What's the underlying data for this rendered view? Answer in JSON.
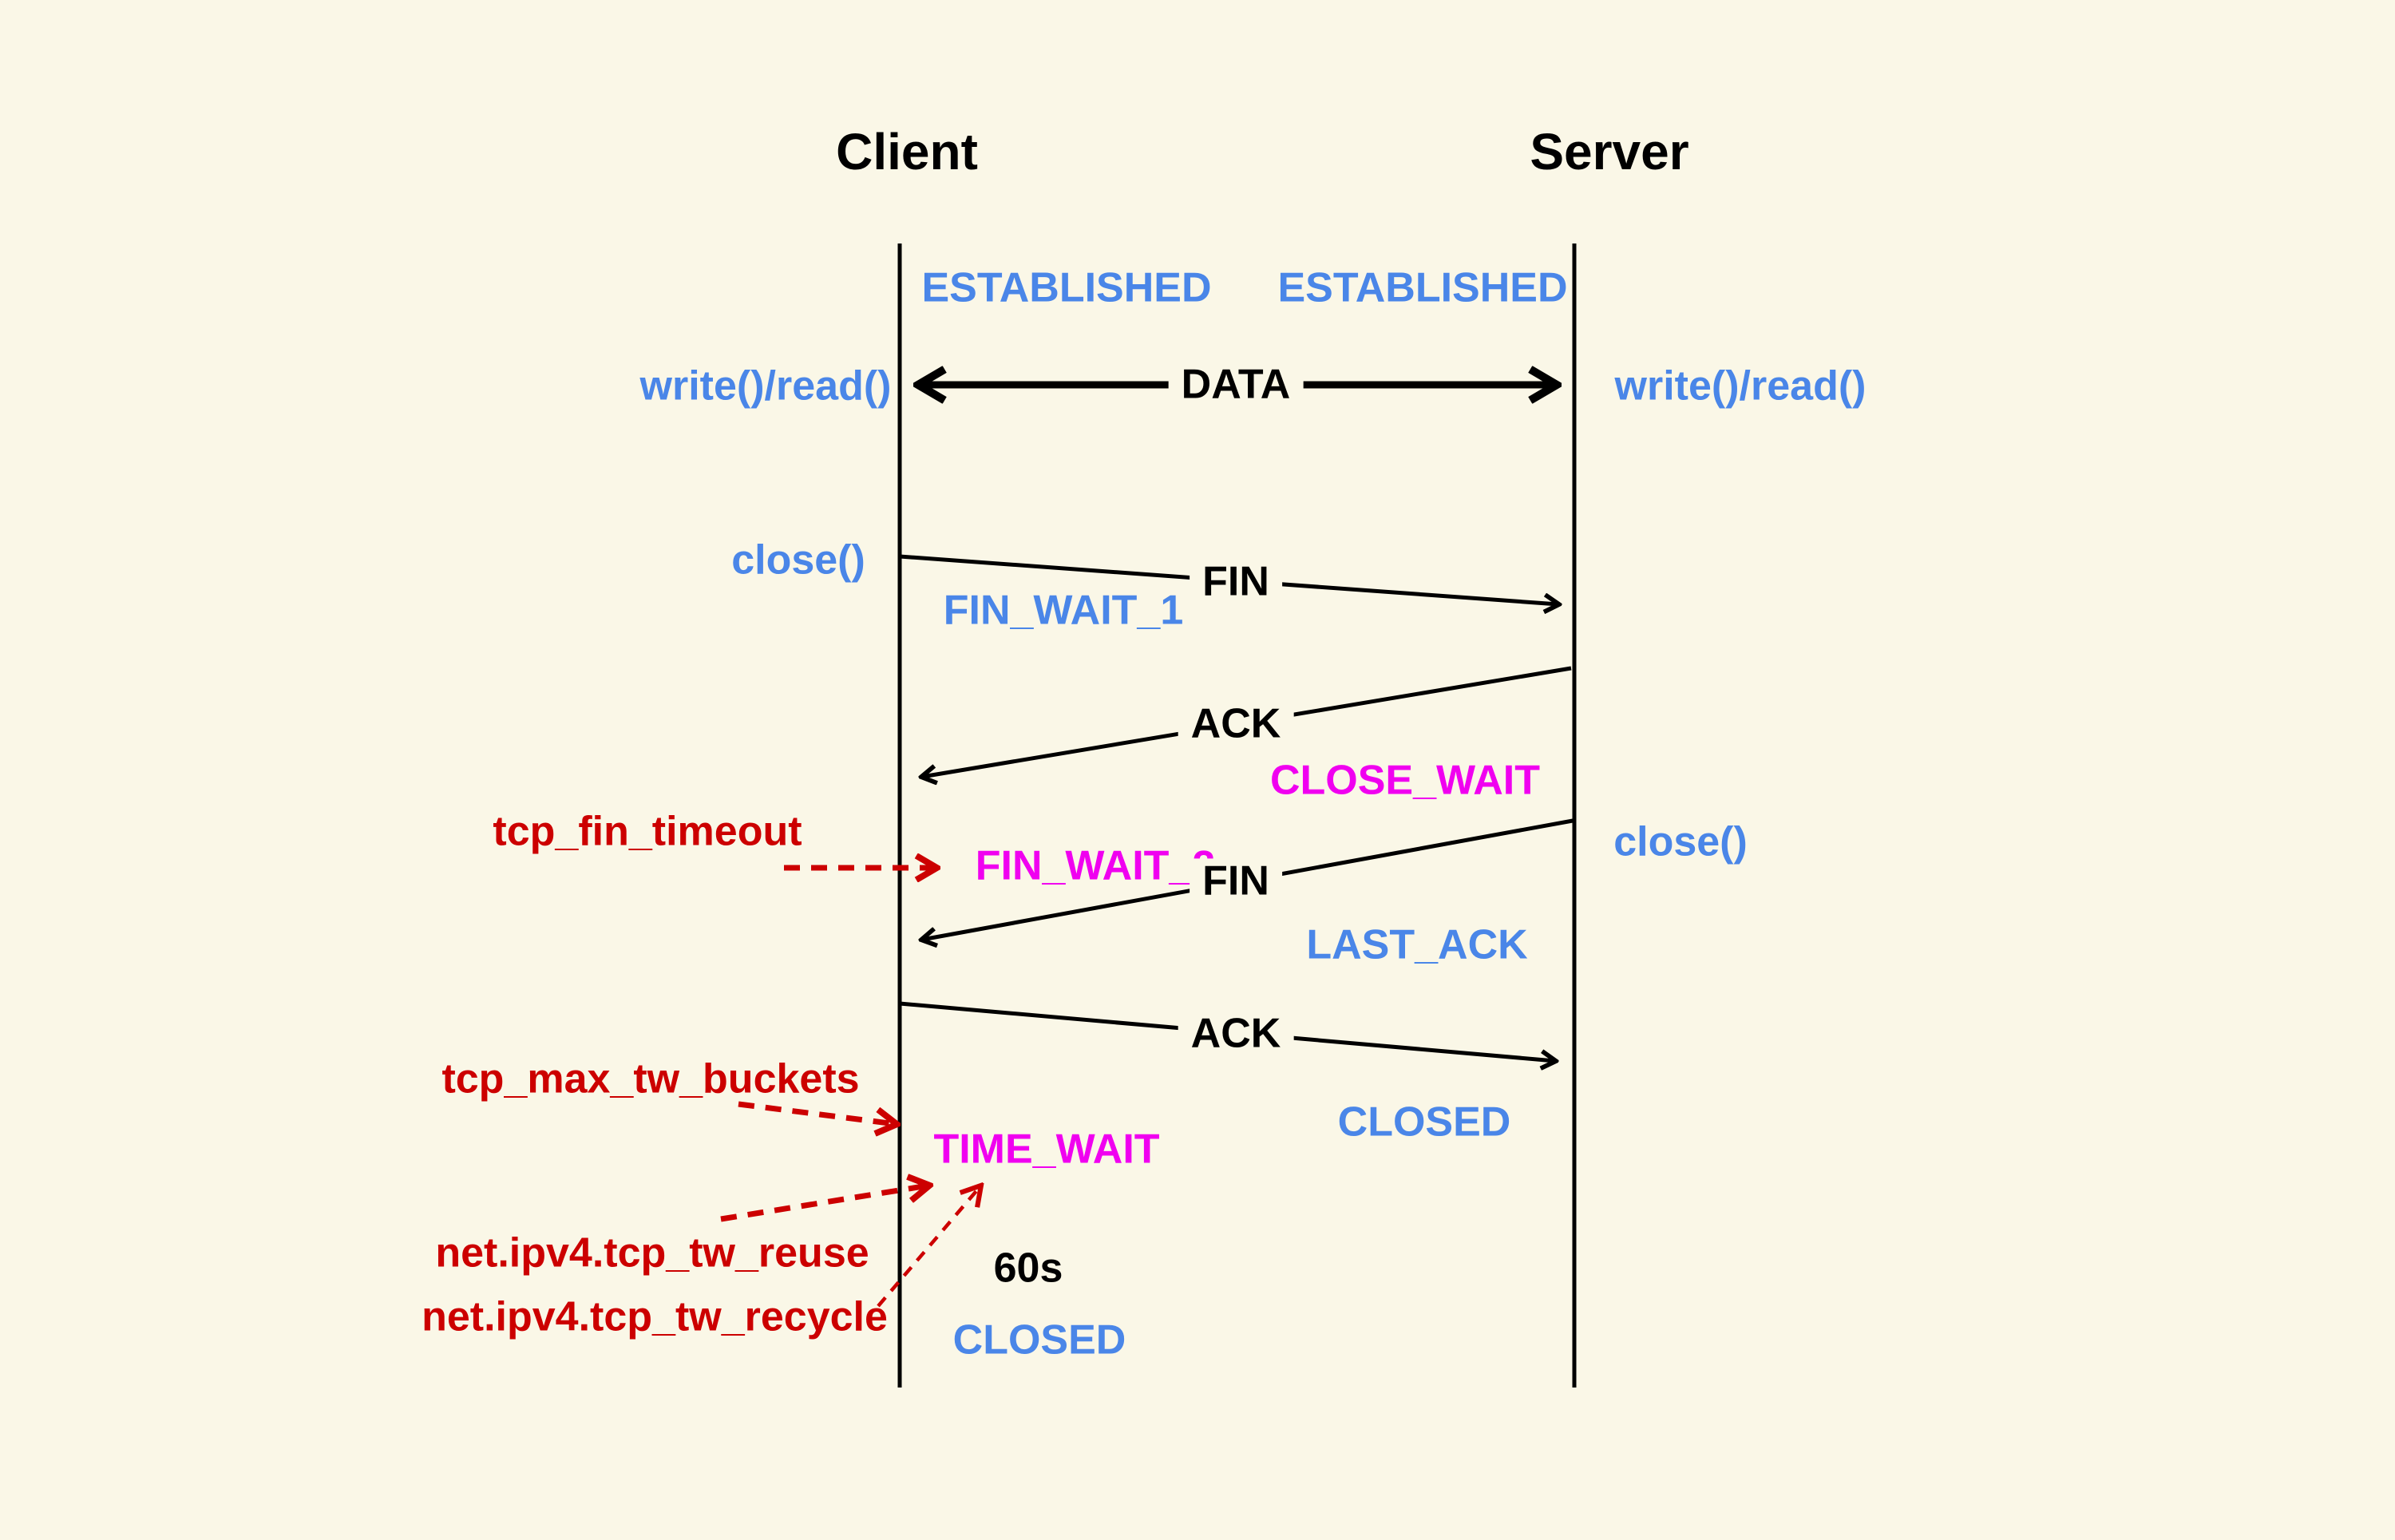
{
  "lifelines": {
    "client": {
      "label": "Client"
    },
    "server": {
      "label": "Server"
    }
  },
  "states": {
    "established_client": "ESTABLISHED",
    "established_server": "ESTABLISHED",
    "fin_wait_1": "FIN_WAIT_1",
    "close_wait": "CLOSE_WAIT",
    "fin_wait_2": "FIN_WAIT_2",
    "last_ack": "LAST_ACK",
    "time_wait": "TIME_WAIT",
    "closed_server": "CLOSED",
    "closed_client": "CLOSED"
  },
  "messages": {
    "data": "DATA",
    "fin_1": "FIN",
    "ack_1": "ACK",
    "fin_2": "FIN",
    "ack_2": "ACK"
  },
  "syscalls": {
    "write_read_client": "write()/read()",
    "write_read_server": "write()/read()",
    "close_client": "close()",
    "close_server": "close()"
  },
  "tunables": {
    "tcp_fin_timeout": "tcp_fin_timeout",
    "tcp_max_tw_buckets": "tcp_max_tw_buckets",
    "tcp_tw_reuse": "net.ipv4.tcp_tw_reuse",
    "tcp_tw_recycle": "net.ipv4.tcp_tw_recycle"
  },
  "annotations": {
    "time_wait_duration": "60s"
  },
  "colors": {
    "background": "#faf7e7",
    "state_blue": "#4a86e8",
    "state_magenta": "#f000f0",
    "tunable_red": "#cc0000",
    "line_black": "#000000"
  }
}
